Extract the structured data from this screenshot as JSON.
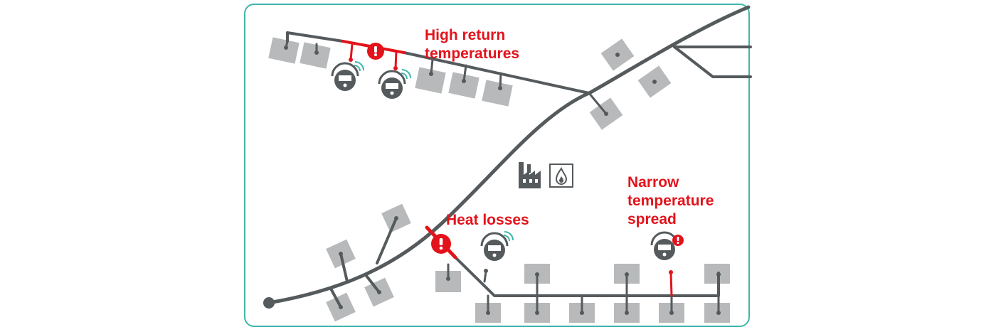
{
  "labels": {
    "high_return": "High return\ntemperatures",
    "heat_losses": "Heat losses",
    "narrow_spread": "Narrow\ntemperature\nspread"
  },
  "icons": {
    "warning": "warning-icon",
    "meter": "heat-meter-icon",
    "factory": "factory-icon",
    "flame": "flame-icon"
  },
  "colors": {
    "pipe": "#555a5d",
    "building": "#b7b9ba",
    "alert": "#e3131b",
    "frame": "#3fb6ac",
    "signal": "#3fb6ac"
  }
}
